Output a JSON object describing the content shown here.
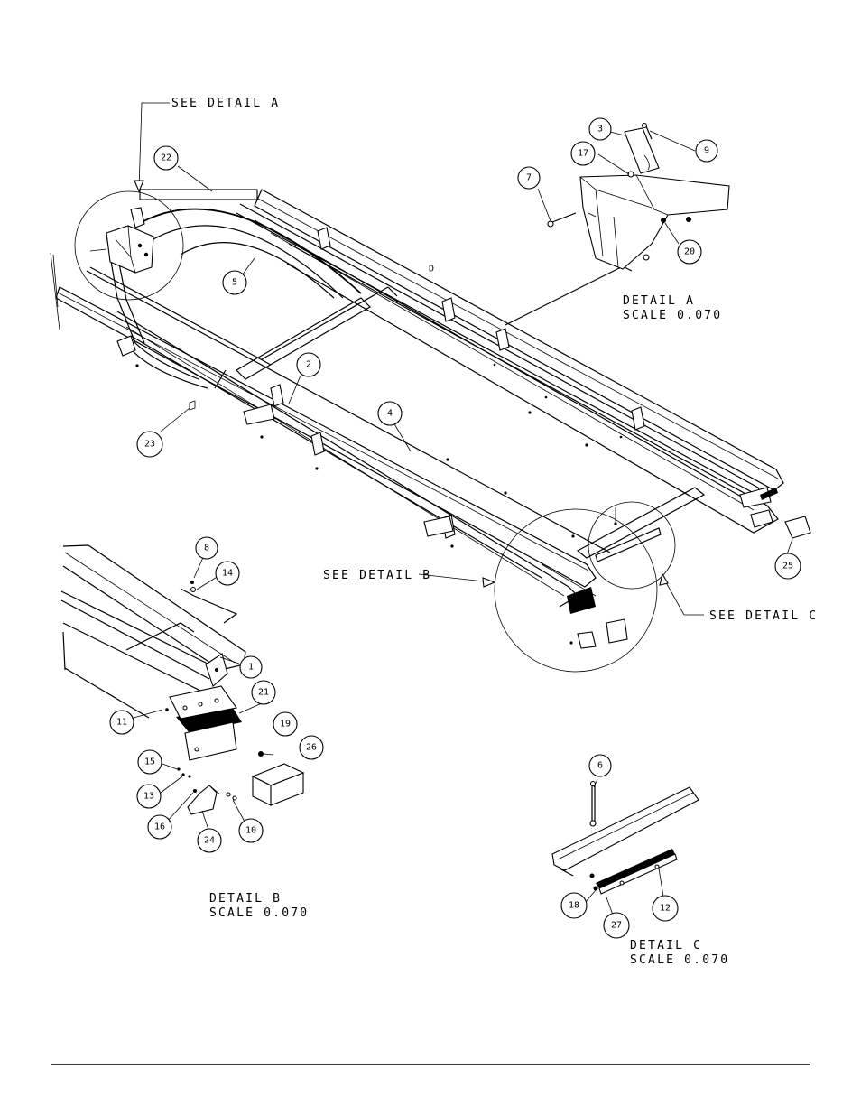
{
  "callouts": {
    "see_detail_a": "SEE DETAIL  A",
    "see_detail_b": "SEE DETAIL  B",
    "see_detail_c": "SEE DETAIL  C"
  },
  "details": {
    "a": {
      "title": "DETAIL  A",
      "scale": "SCALE  0.070"
    },
    "b": {
      "title": "DETAIL  B",
      "scale": "SCALE  0.070"
    },
    "c": {
      "title": "DETAIL  C",
      "scale": "SCALE  0.070"
    }
  },
  "part_labels": {
    "p1": "1",
    "p2": "2",
    "p3": "3",
    "p4": "4",
    "p5": "5",
    "p6": "6",
    "p7": "7",
    "p8": "8",
    "p9": "9",
    "p10": "10",
    "p11": "11",
    "p12": "12",
    "p13": "13",
    "p14": "14",
    "p15": "15",
    "p16": "16",
    "p17": "17",
    "p18": "18",
    "p19": "19",
    "p20": "20",
    "p21": "21",
    "p22": "22",
    "p23": "23",
    "p24": "24",
    "p25": "25",
    "p26": "26",
    "p27": "27"
  },
  "small_mark": "D"
}
